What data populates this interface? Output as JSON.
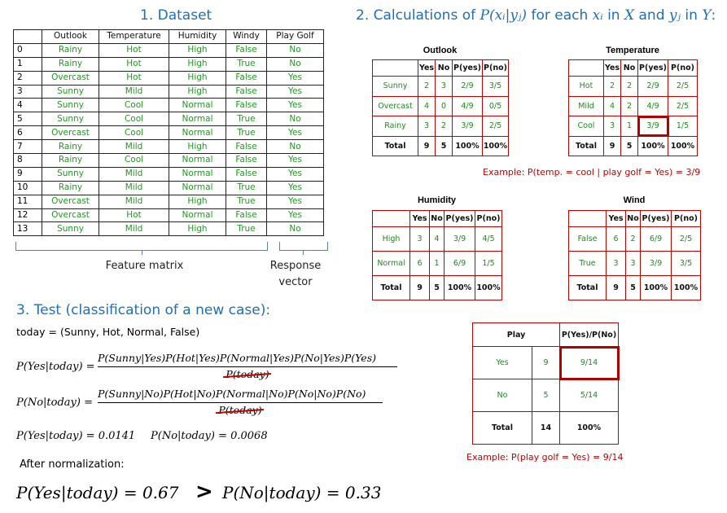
{
  "section1": {
    "title": "1. Dataset"
  },
  "section2": {
    "title_prefix": "2. Calculations of ",
    "title_formula": "P(xᵢ|yⱼ)",
    "title_mid": " for each ",
    "title_x": "xᵢ",
    "title_in": " in ",
    "title_X": "X",
    "title_and": " and ",
    "title_y": "yⱼ",
    "title_in2": " in ",
    "title_Y": "Y",
    "title_end": ":"
  },
  "section3": {
    "title": "3. Test (classification of a new case):"
  },
  "dataset": {
    "headers": [
      "",
      "Outlook",
      "Temperature",
      "Humidity",
      "Windy",
      "Play Golf"
    ],
    "rows": [
      [
        "0",
        "Rainy",
        "Hot",
        "High",
        "False",
        "No"
      ],
      [
        "1",
        "Rainy",
        "Hot",
        "High",
        "True",
        "No"
      ],
      [
        "2",
        "Overcast",
        "Hot",
        "High",
        "False",
        "Yes"
      ],
      [
        "3",
        "Sunny",
        "Mild",
        "High",
        "False",
        "Yes"
      ],
      [
        "4",
        "Sunny",
        "Cool",
        "Normal",
        "False",
        "Yes"
      ],
      [
        "5",
        "Sunny",
        "Cool",
        "Normal",
        "True",
        "No"
      ],
      [
        "6",
        "Overcast",
        "Cool",
        "Normal",
        "True",
        "Yes"
      ],
      [
        "7",
        "Rainy",
        "Mild",
        "High",
        "False",
        "No"
      ],
      [
        "8",
        "Rainy",
        "Cool",
        "Normal",
        "False",
        "Yes"
      ],
      [
        "9",
        "Sunny",
        "Mild",
        "Normal",
        "False",
        "Yes"
      ],
      [
        "10",
        "Rainy",
        "Mild",
        "Normal",
        "True",
        "Yes"
      ],
      [
        "11",
        "Overcast",
        "Mild",
        "High",
        "True",
        "Yes"
      ],
      [
        "12",
        "Overcast",
        "Hot",
        "Normal",
        "False",
        "Yes"
      ],
      [
        "13",
        "Sunny",
        "Mild",
        "High",
        "True",
        "No"
      ]
    ],
    "feature_label": "Feature matrix",
    "response_label_1": "Response",
    "response_label_2": "vector"
  },
  "freq_tables": {
    "outlook": {
      "title": "Outlook",
      "header": [
        "",
        "Yes",
        "No",
        "P(yes)",
        "P(no)"
      ],
      "rows": [
        [
          "Sunny",
          "2",
          "3",
          "2/9",
          "3/5"
        ],
        [
          "Overcast",
          "4",
          "0",
          "4/9",
          "0/5"
        ],
        [
          "Rainy",
          "3",
          "2",
          "3/9",
          "2/5"
        ]
      ],
      "total": [
        "Total",
        "9",
        "5",
        "100%",
        "100%"
      ]
    },
    "temperature": {
      "title": "Temperature",
      "header": [
        "",
        "Yes",
        "No",
        "P(yes)",
        "P(no)"
      ],
      "rows": [
        [
          "Hot",
          "2",
          "2",
          "2/9",
          "2/5"
        ],
        [
          "Mild",
          "4",
          "2",
          "4/9",
          "2/5"
        ],
        [
          "Cool",
          "3",
          "1",
          "3/9",
          "1/5"
        ]
      ],
      "total": [
        "Total",
        "9",
        "5",
        "100%",
        "100%"
      ]
    },
    "humidity": {
      "title": "Humidity",
      "header": [
        "",
        "Yes",
        "No",
        "P(yes)",
        "P(no)"
      ],
      "rows": [
        [
          "High",
          "3",
          "4",
          "3/9",
          "4/5"
        ],
        [
          "Normal",
          "6",
          "1",
          "6/9",
          "1/5"
        ]
      ],
      "total": [
        "Total",
        "9",
        "5",
        "100%",
        "100%"
      ]
    },
    "wind": {
      "title": "Wind",
      "header": [
        "",
        "Yes",
        "No",
        "P(yes)",
        "P(no)"
      ],
      "rows": [
        [
          "False",
          "6",
          "2",
          "6/9",
          "2/5"
        ],
        [
          "True",
          "3",
          "3",
          "3/9",
          "3/5"
        ]
      ],
      "total": [
        "Total",
        "9",
        "5",
        "100%",
        "100%"
      ]
    },
    "play": {
      "header": [
        "Play",
        "P(Yes)/P(No)"
      ],
      "rows": [
        [
          "Yes",
          "9",
          "9/14"
        ],
        [
          "No",
          "5",
          "5/14"
        ]
      ],
      "total": [
        "Total",
        "14",
        "100%"
      ]
    }
  },
  "examples": {
    "temp": "Example: P(temp. = cool | play golf = Yes) = 3/9",
    "play": "Example: P(play golf = Yes) = 9/14"
  },
  "test": {
    "today": "today = (Sunny,  Hot, Normal, False)",
    "yes_lhs": "P(Yes|today) =",
    "yes_num": "P(Sunny|Yes)P(Hot|Yes)P(Normal|Yes)P(No|Yes)P(Yes)",
    "denom": "P(today)",
    "no_lhs": "P(No|today) =",
    "no_num": "P(Sunny|No)P(Hot|No)P(Normal|No)P(No|No)P(No)",
    "yes_val": "P(Yes|today) = 0.0141",
    "no_val": "P(No|today) = 0.0068",
    "after": "After normalization:",
    "final_yes": "P(Yes|today) = 0.67",
    "gt": ">",
    "final_no": "P(No|today) = 0.33"
  },
  "colors": {
    "accent_blue": "#1f6fb5",
    "value_green": "#1e9a1e",
    "highlight_red": "#b00000"
  }
}
